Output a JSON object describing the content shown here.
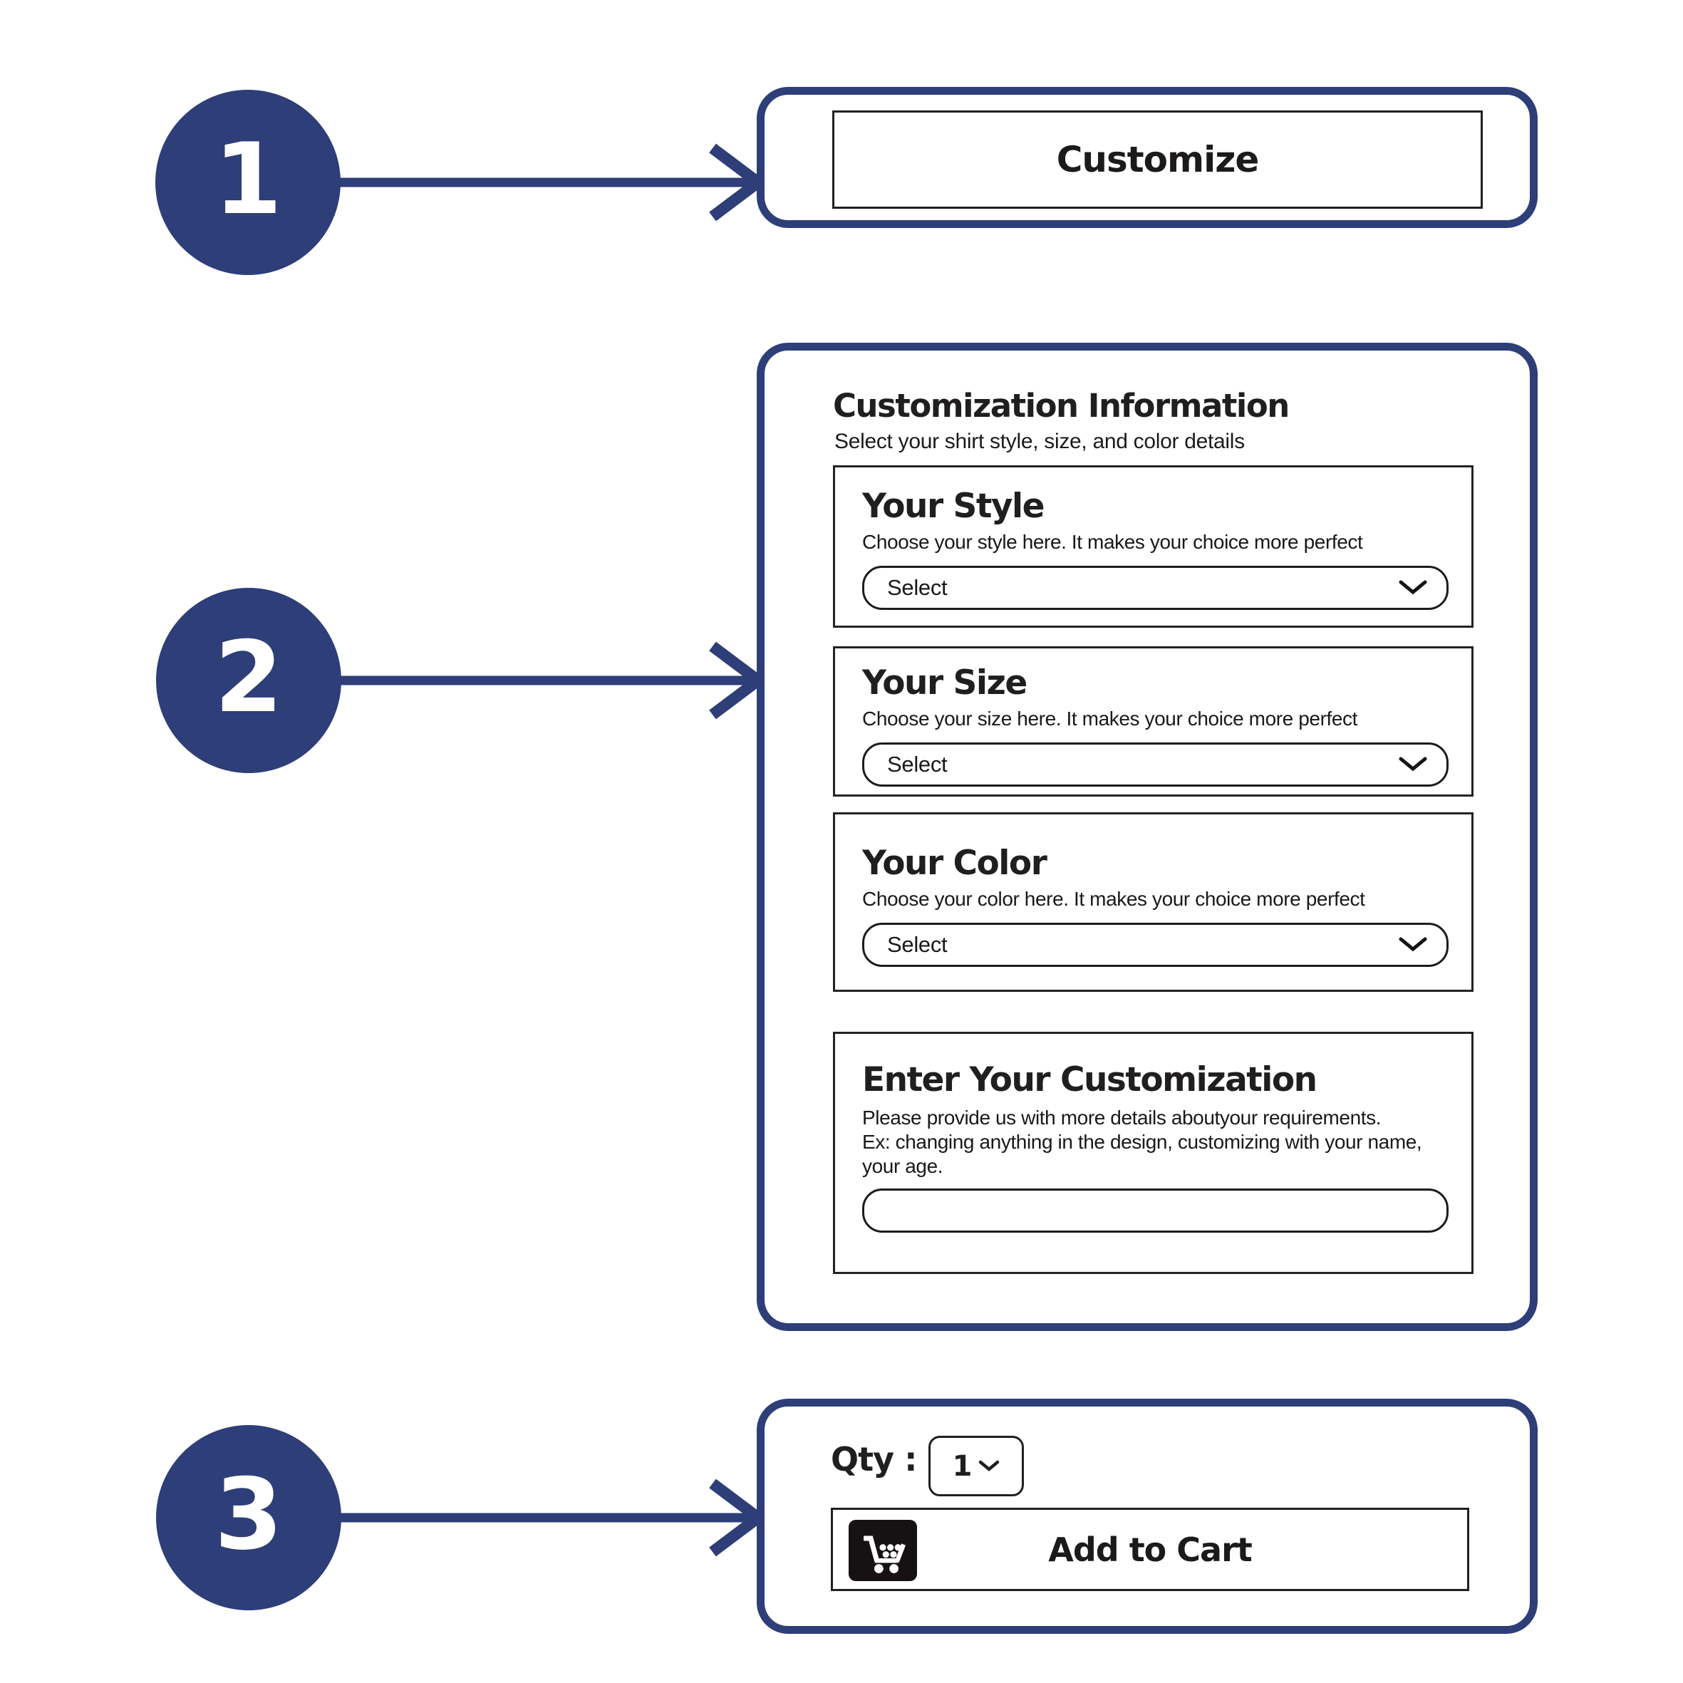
{
  "colors": {
    "accent_navy": "#2d3e78",
    "ink_black": "#1d1a1b",
    "background": "#ffffff"
  },
  "icons": {
    "chevron_down": "v-shaped chevron",
    "cart": "shopping-cart glyph"
  },
  "steps": [
    {
      "number": "1"
    },
    {
      "number": "2"
    },
    {
      "number": "3"
    }
  ],
  "step1": {
    "button_label": "Customize"
  },
  "step2": {
    "title": "Customization Information",
    "subtitle": "Select your shirt style, size, and color details",
    "sections": [
      {
        "heading": "Your Style",
        "description": "Choose your style here. It makes your choice more perfect",
        "select_label": "Select"
      },
      {
        "heading": "Your Size",
        "description": "Choose your size here. It makes your choice more perfect",
        "select_label": "Select"
      },
      {
        "heading": "Your Color",
        "description": "Choose your color here. It makes your choice more perfect",
        "select_label": "Select"
      }
    ],
    "customization": {
      "heading": "Enter Your Customization",
      "lines": [
        "Please provide us with more details aboutyour requirements.",
        "Ex: changing anything in the design, customizing with your name,",
        "your age."
      ],
      "input_value": ""
    }
  },
  "step3": {
    "qty_label": "Qty :",
    "qty_value": "1",
    "add_to_cart_label": "Add to Cart"
  }
}
